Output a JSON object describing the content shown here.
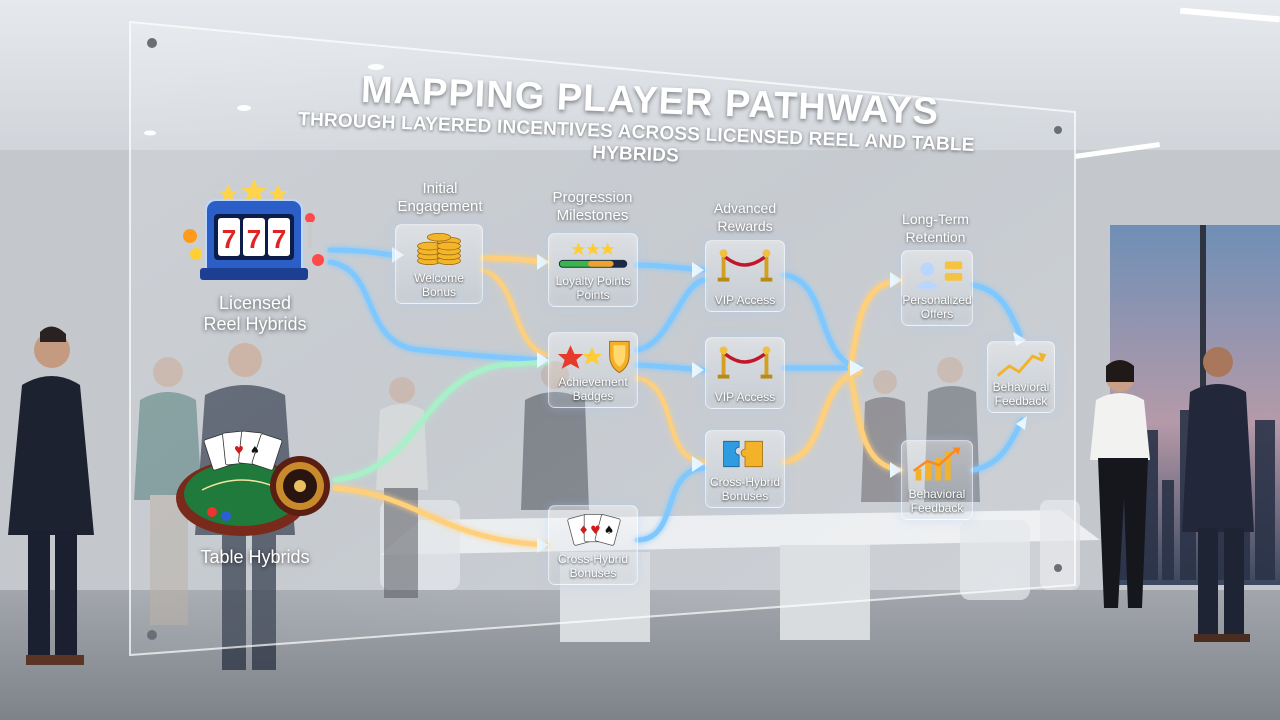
{
  "title": "MAPPING PLAYER PATHWAYS",
  "subtitle": "THROUGH LAYERED INCENTIVES ACROSS LICENSED REEL AND TABLE HYBRIDS",
  "sources": {
    "reel": [
      "Licensed",
      "Reel Hybrids"
    ],
    "table": "Table Hybrids"
  },
  "stages": {
    "initial": [
      "Initial",
      "Engagement"
    ],
    "progression": [
      "Progression",
      "Milestones"
    ],
    "advanced": [
      "Advanced",
      "Rewards"
    ],
    "retention": [
      "Long-Term",
      "Retention"
    ]
  },
  "nodes": {
    "welcome": [
      "Welcome",
      "Bonus"
    ],
    "loyalty": [
      "Loyalty Points",
      "Points"
    ],
    "achievement": [
      "Achievement",
      "Badges"
    ],
    "cross_hybrid_low": [
      "Cross-Hybrid",
      "Bonuses"
    ],
    "vip_top": "VIP Access",
    "vip_mid": "VIP Access",
    "cross_hybrid_mid": [
      "Cross-Hybrid",
      "Bonuses"
    ],
    "personalized": [
      "Personalized",
      "Offers"
    ],
    "feedback_right": [
      "Behavioral",
      "Feedback"
    ],
    "feedback_low": [
      "Behavioral",
      "Feedback"
    ]
  },
  "icons": {
    "reel": "slot-machine-icon",
    "table": "casino-table-icon",
    "welcome": "coin-stack-icon",
    "loyalty": "star-progress-icon",
    "achievement": "badge-shield-icon",
    "vip": "velvet-rope-icon",
    "cross_hybrid": "puzzle-icon",
    "cards": "playing-cards-icon",
    "personalized": "user-profile-icon",
    "feedback": "trend-chart-icon"
  },
  "colors": {
    "blue_flow": "#7ec8ff",
    "gold_flow": "#ffcf7a",
    "green_flow": "#a8f0c8"
  }
}
